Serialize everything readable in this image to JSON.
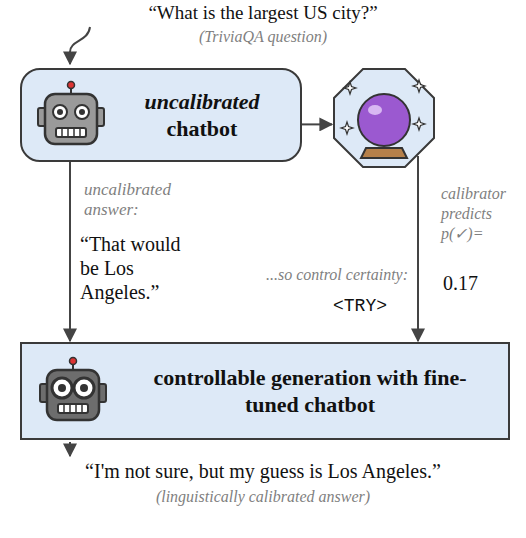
{
  "diagram": {
    "nodes": [
      {
        "text": [
          "uncalibrated",
          "chatbot"
        ]
      },
      {
        "text": [
          "calibrator predicts p(✓)="
        ]
      },
      {
        "text": [
          "controllable generation with fine-tuned chatbot"
        ]
      }
    ],
    "edges": [
      {
        "from": 0,
        "to": 1,
        "arrow": "to"
      },
      {
        "from": 0,
        "to": 2,
        "arrow": "to"
      },
      {
        "from": 1,
        "to": 2,
        "arrow": "to"
      }
    ],
    "labels": [
      "“What is the largest US city?”",
      "(TriviaQA question)",
      "uncalibrated answer:",
      "“That would be Los Angeles.”",
      "...so control certainty:",
      "<TRY>",
      "0.17",
      "“I'm not sure, but my guess is Los Angeles.”",
      "(linguistically calibrated answer)"
    ]
  }
}
